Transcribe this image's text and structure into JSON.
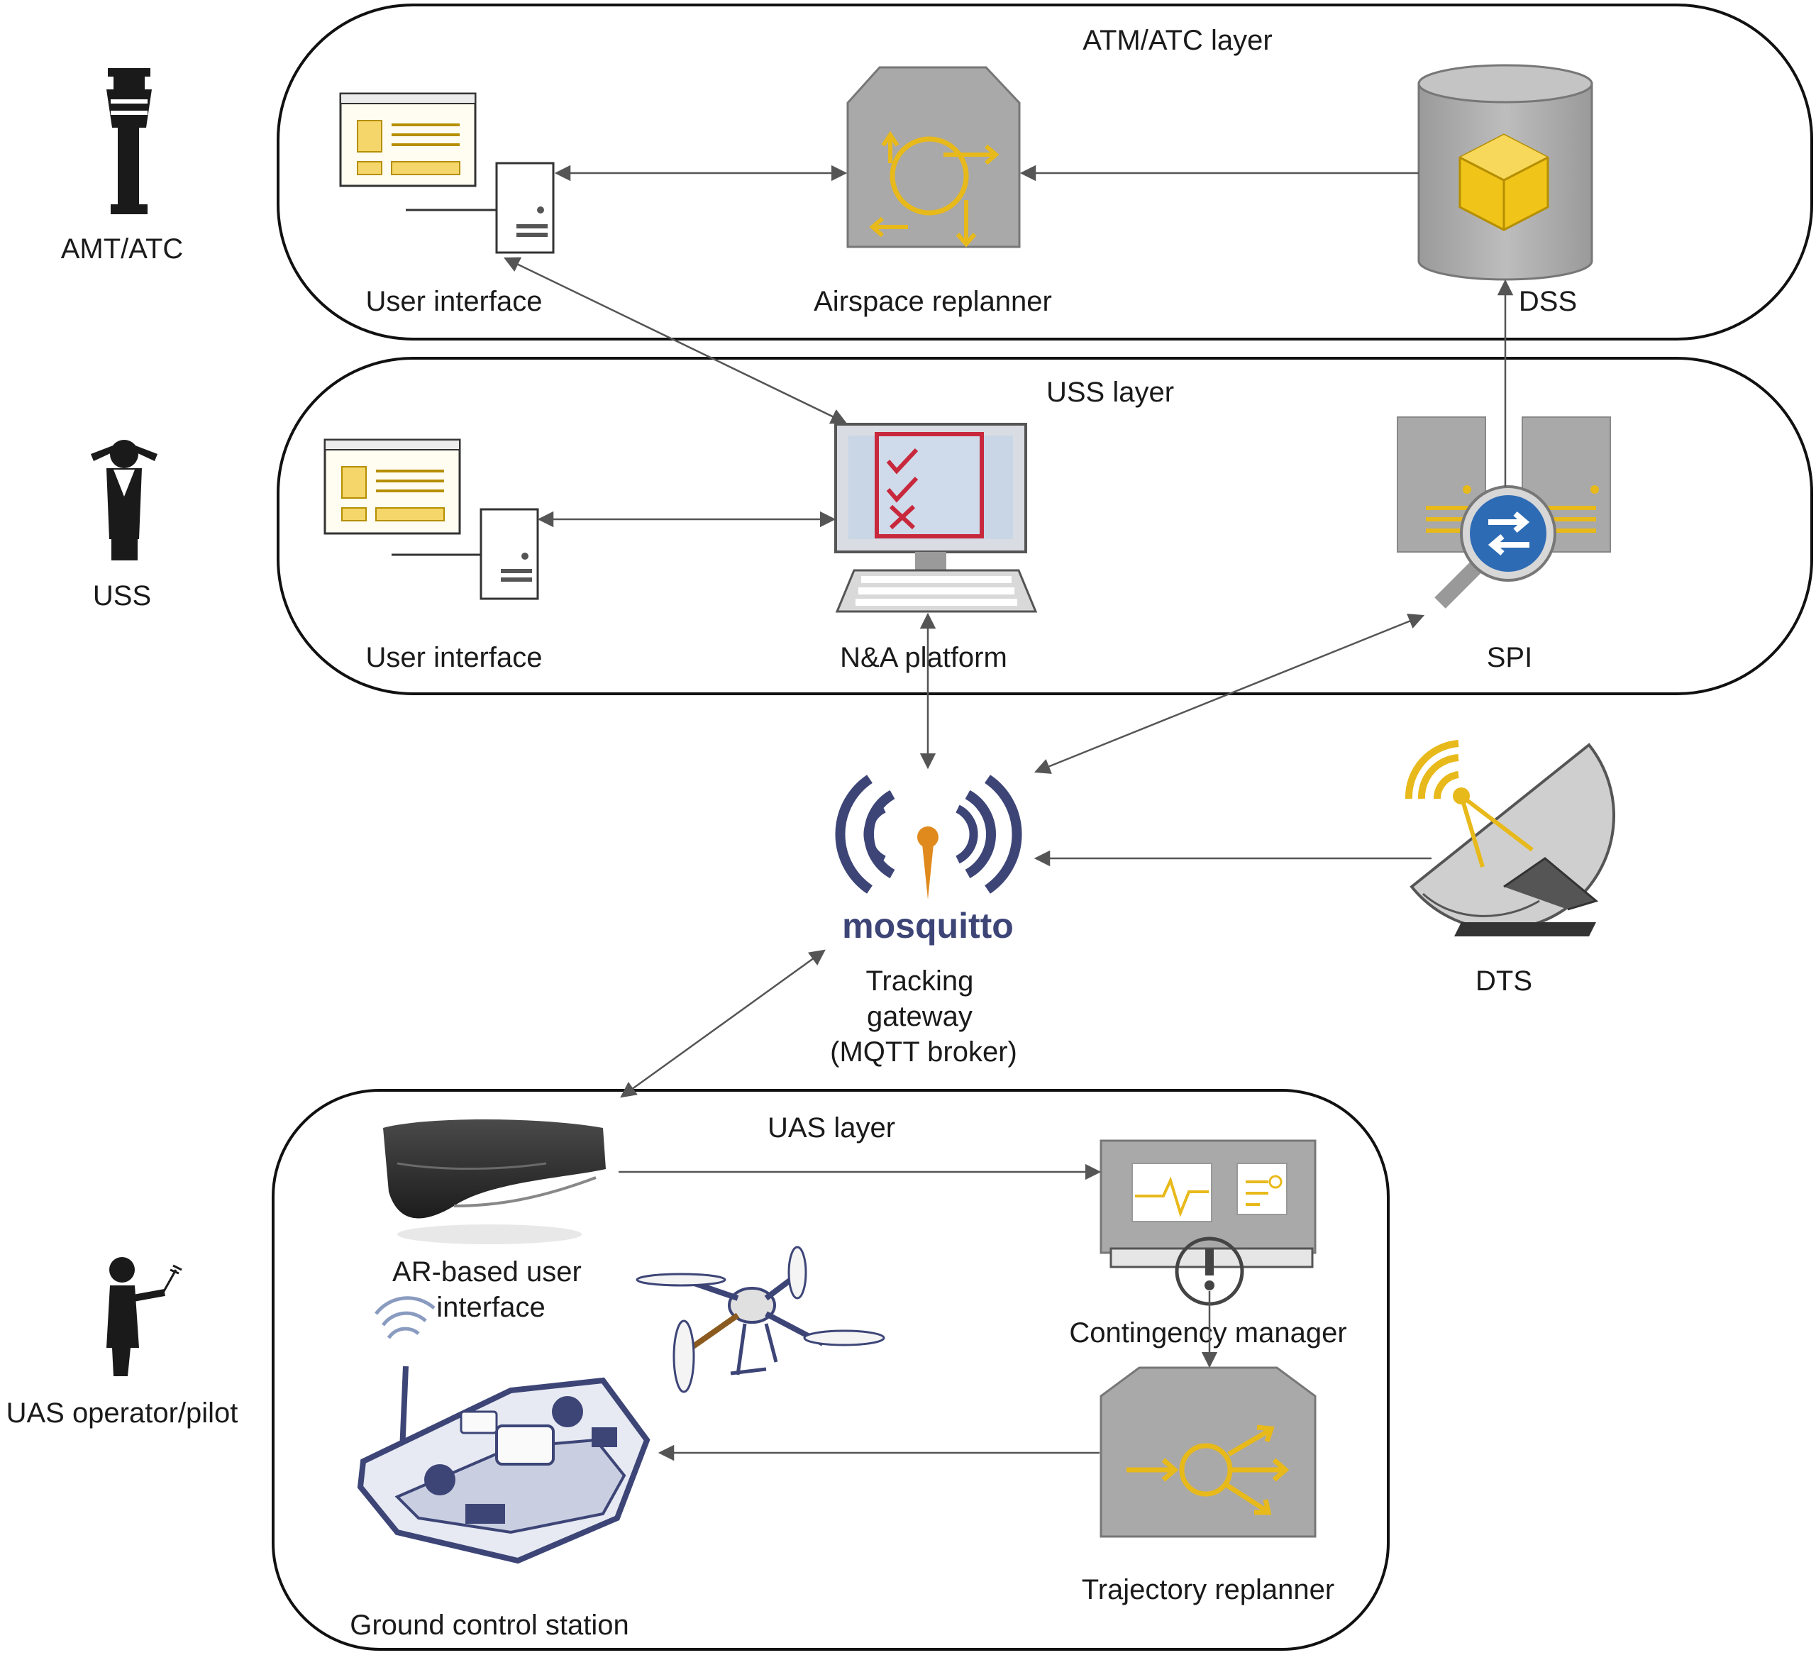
{
  "layers": {
    "atm": "ATM/ATC layer",
    "uss": "USS layer",
    "uas": "UAS layer"
  },
  "actors": {
    "atc": "AMT/ATC",
    "uss": "USS",
    "pilot": "UAS operator/pilot"
  },
  "components": {
    "ui_atm": "User interface",
    "airspace_replanner": "Airspace replanner",
    "dss": "DSS",
    "ui_uss": "User interface",
    "na_platform": "N&A platform",
    "spi": "SPI",
    "mosquitto_logo": "mosquitto",
    "tracking_gateway": [
      "Tracking",
      "gateway",
      "(MQTT broker)"
    ],
    "dts": "DTS",
    "ar_ui": [
      "AR-based user",
      "interface"
    ],
    "contingency_manager": "Contingency manager",
    "trajectory_replanner": "Trajectory replanner",
    "gcs": "Ground control station"
  },
  "icons": [
    "control-tower-icon",
    "stressed-person-icon",
    "pilot-person-icon",
    "user-interface-window-icon",
    "airspace-replanner-icon",
    "dss-database-icon",
    "na-platform-computer-icon",
    "spi-server-icon",
    "mosquitto-broker-icon",
    "dts-satellite-dish-icon",
    "ar-headset-icon",
    "quadcopter-drone-icon",
    "contingency-manager-icon",
    "trajectory-replanner-icon",
    "ground-control-station-icon"
  ],
  "colors": {
    "gold": "#e8b91a",
    "gold_fill": "#f5d66a",
    "gray_box": "#a9a9a9",
    "mosquitto_blue": "#3d4577",
    "mosquitto_orange": "#e08a1e",
    "spi_blue": "#2d6bb5",
    "alert_red": "#c8283c"
  }
}
